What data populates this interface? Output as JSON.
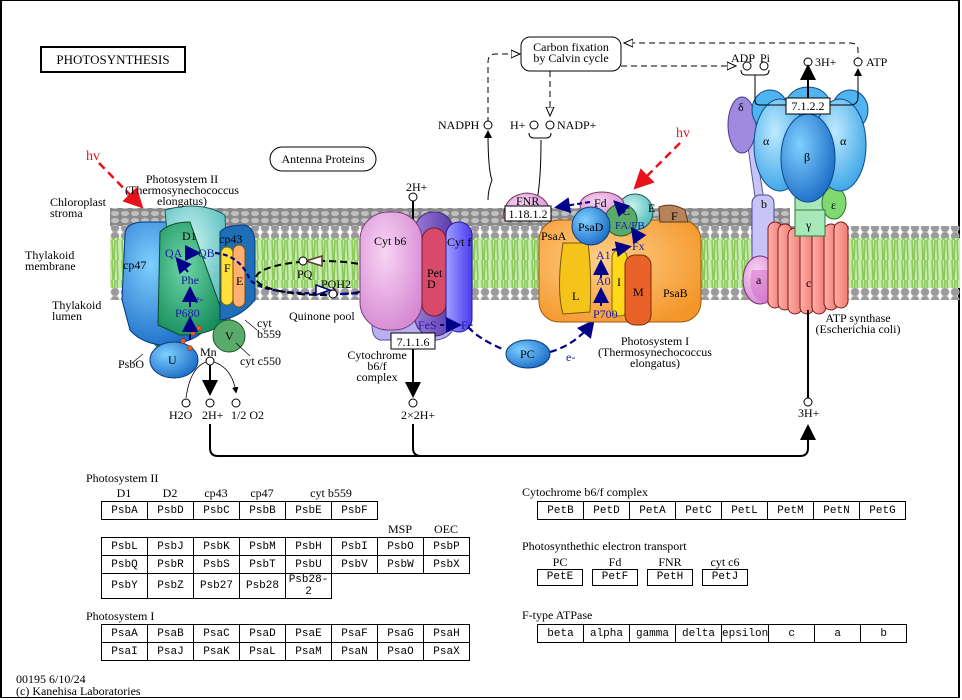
{
  "title": "PHOTOSYNTHESIS",
  "colors": {
    "light_arrow": "#e8121a",
    "electron_path": "#00008b",
    "membrane_head": "#9a9a9a",
    "membrane_tail": "#9cd66a"
  },
  "regions": {
    "stroma": "Chloroplast\nstroma",
    "membrane": "Thylakoid\nmembrane",
    "lumen": "Thylakoid\nlumen"
  },
  "light": {
    "left": "hv",
    "right": "hv"
  },
  "antenna": "Antenna Proteins",
  "calvin": "Carbon fixation\nby Calvin cycle",
  "psii": {
    "title": "Photosystem II\n(Thermosynechococcus\nelongatus)",
    "subunits": {
      "cp47": "cp47",
      "d1": "D1",
      "cp43": "cp43",
      "f": "F",
      "e": "E",
      "u": "U",
      "v": "V"
    },
    "carriers": {
      "qa": "QA",
      "qb": "QB",
      "phe": "Phe",
      "p680": "P680",
      "e": "e-"
    },
    "callouts": {
      "psbo": "PsbO",
      "cyt_b559": "cyt\nb559",
      "cyt_c550": "cyt c550",
      "mn": "Mn"
    },
    "compounds": {
      "h2o": "H2O",
      "h": "2H+",
      "o2": "1/2 O2"
    }
  },
  "quinone": {
    "pq": "PQ",
    "pqh2": "PQH2",
    "label": "Quinone pool"
  },
  "b6f": {
    "subunits": {
      "cytb6": "Cyt b6",
      "petd": "Pet\nD",
      "cytf": "Cyt f",
      "fes": "FeS",
      "fe": "Fe"
    },
    "ec": "7.1.1.6",
    "label": "Cytochrome\nb6/f\ncomplex",
    "h_in": "2H+",
    "h_out": "2×2H+"
  },
  "pc": {
    "label": "PC",
    "e": "e-"
  },
  "psi": {
    "title": "Photosystem I\n(Thermosynechococcus\nelongatus)",
    "subunits": {
      "psaa": "PsaA",
      "psab": "PsaB",
      "psad": "PsaD",
      "l": "L",
      "i": "I",
      "m": "M",
      "c": "C",
      "e": "E",
      "f": "F"
    },
    "carriers": {
      "a1": "A1",
      "a0": "A0",
      "p700": "P700",
      "fx": "Fx",
      "fafb": "FA/FB"
    }
  },
  "fd": "Fd",
  "fnr": {
    "label": "FNR",
    "ec": "1.18.1.2"
  },
  "nadp": {
    "nadph": "NADPH",
    "h": "H+",
    "nadp": "NADP+"
  },
  "atp_synthase": {
    "subunits": {
      "delta": "δ",
      "alpha": "α",
      "beta": "β",
      "b": "b",
      "epsilon": "ε",
      "gamma": "γ",
      "a": "a",
      "c": "c"
    },
    "ec": "7.1.2.2",
    "label": "ATP synthase\n(Escherichia coli)",
    "compounds": {
      "adp": "ADP",
      "pi": "Pi",
      "h_top": "3H+",
      "atp": "ATP",
      "h_bottom": "3H+"
    }
  },
  "tables": {
    "psii": {
      "title": "Photosystem II",
      "headers_row1": [
        {
          "text": "D1",
          "col": 0
        },
        {
          "text": "D2",
          "col": 1
        },
        {
          "text": "cp43",
          "col": 2
        },
        {
          "text": "cp47",
          "col": 3
        },
        {
          "text": "cyt b559",
          "col": 4.5
        }
      ],
      "row1": [
        "PsbA",
        "PsbD",
        "PsbC",
        "PsbB",
        "PsbE",
        "PsbF"
      ],
      "headers_block2": [
        {
          "text": "MSP",
          "col": 6
        },
        {
          "text": "OEC",
          "col": 7
        }
      ],
      "block2": [
        [
          "PsbL",
          "PsbJ",
          "PsbK",
          "PsbM",
          "PsbH",
          "PsbI",
          "PsbO",
          "PsbP"
        ],
        [
          "PsbQ",
          "PsbR",
          "PsbS",
          "PsbT",
          "PsbU",
          "PsbV",
          "PsbW",
          "PsbX"
        ],
        [
          "PsbY",
          "PsbZ",
          "Psb27",
          "Psb28",
          "Psb28-2"
        ]
      ]
    },
    "psi": {
      "title": "Photosystem I",
      "rows": [
        [
          "PsaA",
          "PsaB",
          "PsaC",
          "PsaD",
          "PsaE",
          "PsaF",
          "PsaG",
          "PsaH"
        ],
        [
          "PsaI",
          "PsaJ",
          "PsaK",
          "PsaL",
          "PsaM",
          "PsaN",
          "PsaO",
          "PsaX"
        ]
      ]
    },
    "b6f": {
      "title": "Cytochrome b6/f complex",
      "rows": [
        [
          "PetB",
          "PetD",
          "PetA",
          "PetC",
          "PetL",
          "PetM",
          "PetN",
          "PetG"
        ]
      ]
    },
    "pet": {
      "title": "Photosynthethic electron transport",
      "headers": [
        "PC",
        "Fd",
        "FNR",
        "cyt c6"
      ],
      "cells": [
        "PetE",
        "PetF",
        "PetH",
        "PetJ"
      ]
    },
    "atpase": {
      "title": "F-type ATPase",
      "rows": [
        [
          "beta",
          "alpha",
          "gamma",
          "delta",
          "epsilon",
          "c",
          "a",
          "b"
        ]
      ]
    }
  },
  "footer": {
    "id_date": "00195 6/10/24",
    "copyright": "(c) Kanehisa Laboratories"
  }
}
